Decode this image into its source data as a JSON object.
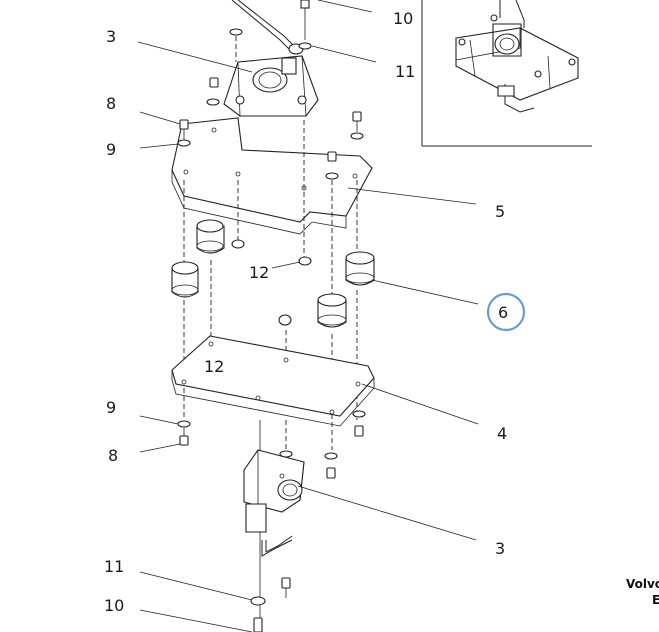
{
  "callouts": {
    "c3_top": "3",
    "c10_top": "10",
    "c11_top": "11",
    "c8_top": "8",
    "c9_top": "9",
    "c5": "5",
    "c12_upper": "12",
    "c6": "6",
    "c12_lower": "12",
    "c9_bottom": "9",
    "c4": "4",
    "c8_bottom": "8",
    "c3_bottom": "3",
    "c11_bottom": "11",
    "c10_bottom": "10"
  },
  "brand": {
    "line1": "Volvo",
    "line2": "E"
  },
  "highlight": {
    "color": "#6b9bd1",
    "target": "6"
  }
}
